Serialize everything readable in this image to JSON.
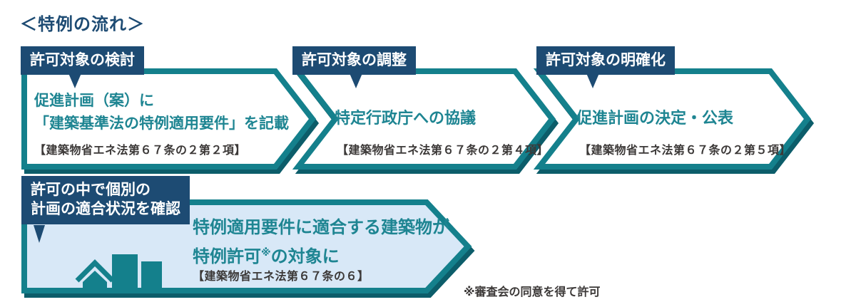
{
  "title": "＜特例の流れ＞",
  "colors": {
    "navy": "#1d4b73",
    "teal": "#14808c",
    "teal_dark": "#0c5d6a",
    "teal_text": "#1e8592",
    "light_blue": "#d8e8f7",
    "ink": "#3c3938",
    "background": "#ffffff"
  },
  "steps": [
    {
      "tab": "許可対象の検討",
      "line1": "促進計画（案）に",
      "line2": "「建築基準法の特例適用要件」を記載",
      "ref": "【建築物省エネ法第６７条の２第２項】"
    },
    {
      "tab": "許可対象の調整",
      "main": "特定行政庁への協議",
      "ref": "【建築物省エネ法第６７条の２第４項】"
    },
    {
      "tab": "許可対象の明確化",
      "main": "促進計画の決定・公表",
      "ref": "【建築物省エネ法第６７条の２第５項】"
    }
  ],
  "result": {
    "tab_line1": "許可の中で個別の",
    "tab_line2": "計画の適合状況を確認",
    "main_line1": "特例適用要件に適合する建築物が",
    "main_line2_pre": "特例許可",
    "main_line2_mark": "※",
    "main_line2_post": "の対象に",
    "ref": "【建築物省エネ法第６７条の６】"
  },
  "footnote": "※審査会の同意を得て許可",
  "icons": {
    "buildings": "house-and-buildings-icon"
  }
}
